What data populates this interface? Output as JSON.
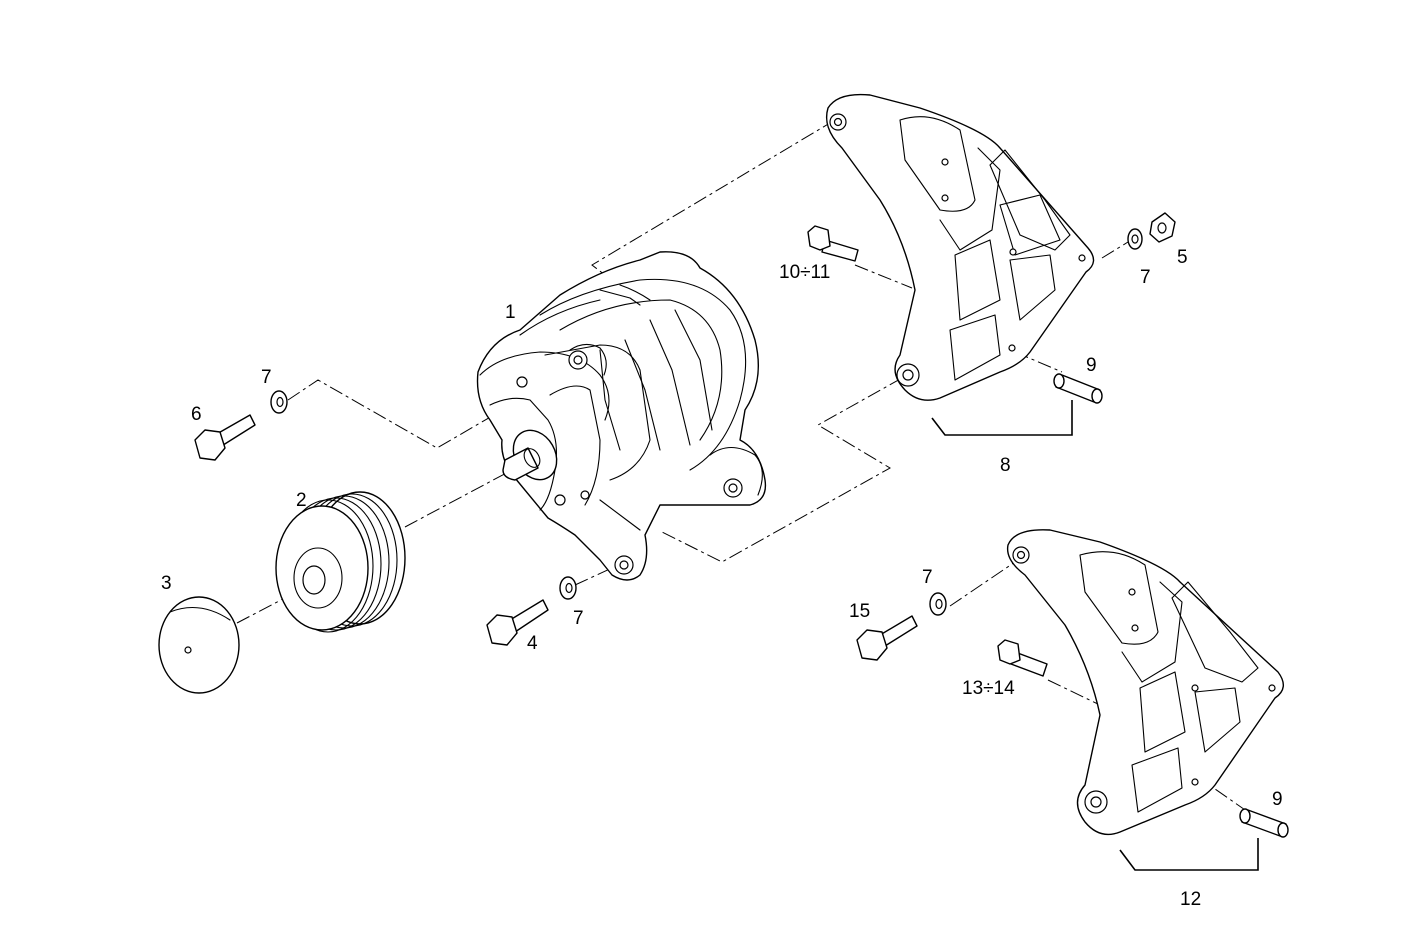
{
  "colors": {
    "line": "#000000",
    "background": "#ffffff"
  },
  "callouts": {
    "alternator": "1",
    "pulley": "2",
    "pulley_cover": "3",
    "bolt_4": "4",
    "nut_5": "5",
    "bolt_6": "6",
    "washer_7_a": "7",
    "washer_7_b": "7",
    "washer_7_c": "7",
    "washer_7_d": "7",
    "bracket_upper": "8",
    "bushing_upper": "9",
    "bushing_lower": "9",
    "bolt_10_11": "10÷11",
    "bracket_lower": "12",
    "bolt_13_14": "13÷14",
    "bolt_15": "15"
  }
}
